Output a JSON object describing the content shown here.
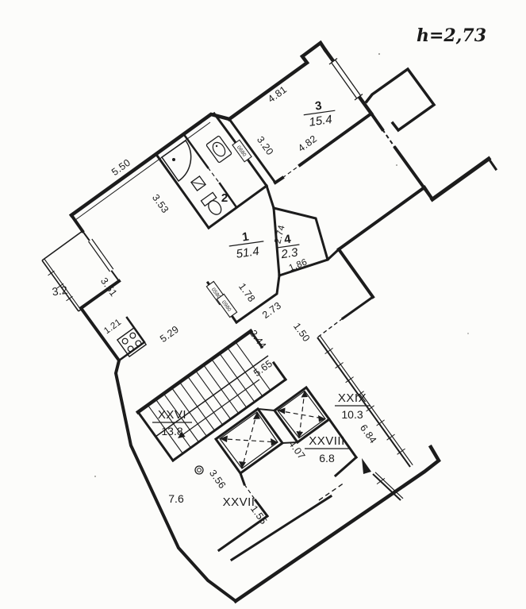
{
  "note": "h=2,73",
  "rooms": {
    "r1": {
      "num": "1",
      "area": "51.4"
    },
    "r2": {
      "num": "2"
    },
    "r3": {
      "num": "3",
      "area": "15.4"
    },
    "r4": {
      "num": "4",
      "area": "2.3"
    }
  },
  "zones": {
    "xxvi": {
      "id": "XXVI",
      "area": "13.8"
    },
    "xxvii": {
      "id": "XXVII"
    },
    "xxviii": {
      "id": "XXVIII",
      "area": "6.8"
    },
    "xxix": {
      "id": "XXIX",
      "area": "10.3"
    }
  },
  "open_areas": {
    "balcony": "3.2",
    "terrace": "7.6"
  },
  "dims": {
    "a481": "4.81",
    "a320": "3.20",
    "a482": "4.82",
    "a550": "5.50",
    "a353": "3.53",
    "a351": "3.51",
    "a121": "1.21",
    "a529": "5.29",
    "a274": "2.74",
    "a186": "1.86",
    "a178": "1.78",
    "a273": "2.73",
    "a150": "1.50",
    "a244": "2.44",
    "a565": "5.65",
    "a407": "4.07",
    "a684": "6.84",
    "a356": "3.56",
    "a155": "1.55"
  },
  "door_tags": [
    "0580",
    "0980",
    "0680"
  ],
  "colors": {
    "ink": "#1c1c1c",
    "paper": "#fcfcfa"
  }
}
